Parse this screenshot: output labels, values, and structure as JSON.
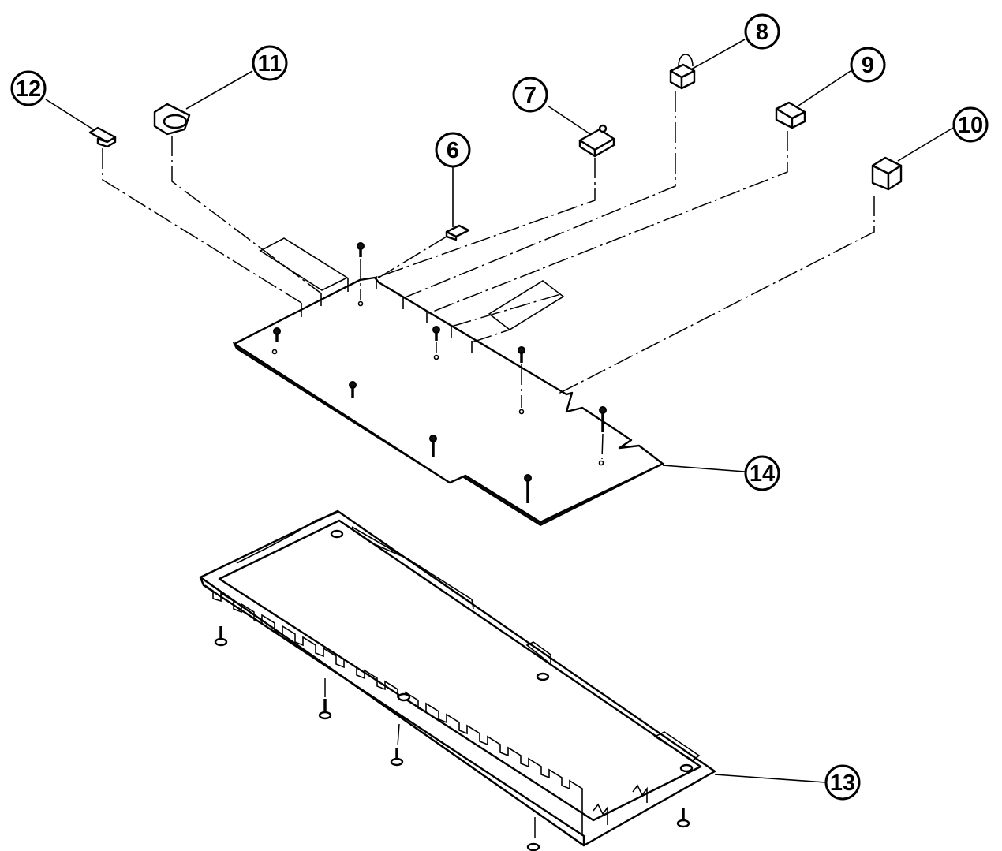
{
  "callouts": [
    {
      "id": "c6",
      "label": "6"
    },
    {
      "id": "c7",
      "label": "7"
    },
    {
      "id": "c8",
      "label": "8"
    },
    {
      "id": "c9",
      "label": "9"
    },
    {
      "id": "c10",
      "label": "10"
    },
    {
      "id": "c11",
      "label": "11"
    },
    {
      "id": "c12",
      "label": "12"
    },
    {
      "id": "c13",
      "label": "13"
    },
    {
      "id": "c14",
      "label": "14"
    }
  ],
  "colors": {
    "ink": "#000000",
    "paper": "#ffffff"
  }
}
